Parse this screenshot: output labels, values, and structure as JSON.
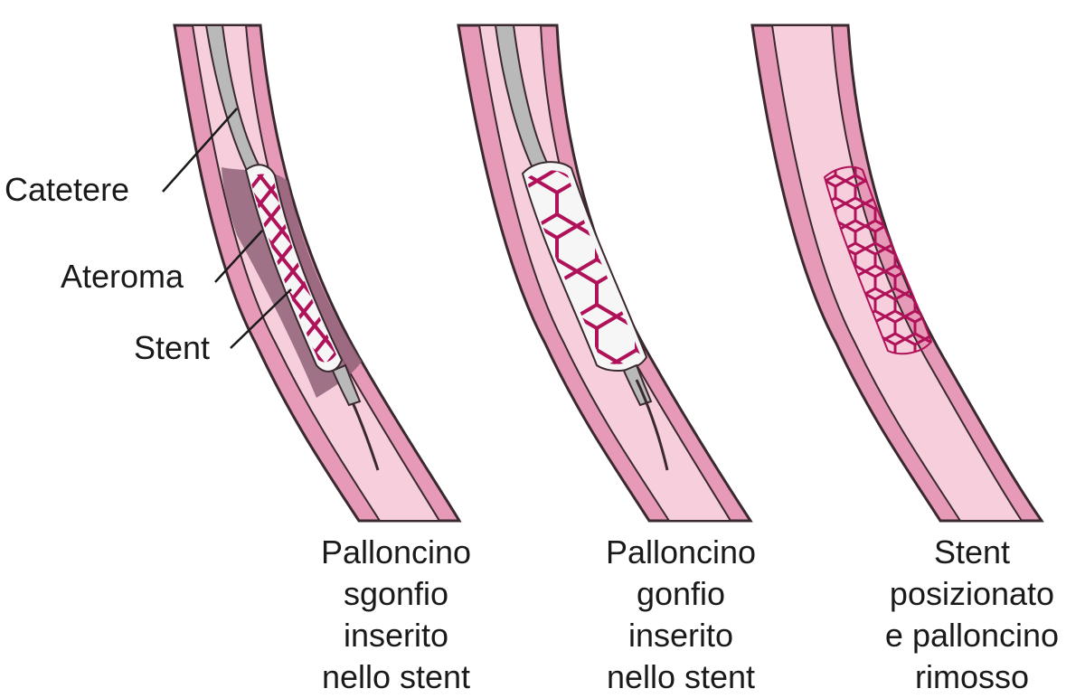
{
  "labels": {
    "catheter": "Catetere",
    "atheroma": "Ateroma",
    "stent": "Stent"
  },
  "panels": [
    {
      "caption": [
        "Palloncino",
        "sgonfio",
        "inserito",
        "nello stent"
      ]
    },
    {
      "caption": [
        "Palloncino",
        "gonfio",
        "inserito",
        "nello stent"
      ]
    },
    {
      "caption": [
        "Stent",
        "posizionato",
        "e palloncino",
        "rimosso"
      ]
    }
  ],
  "colors": {
    "vessel_wall": "#e79ab8",
    "vessel_wall_edge": "#3a2a30",
    "lumen": "#f7cfdc",
    "atheroma": "#8f6278",
    "stent_mesh": "#b0125a",
    "balloon": "#f6f6f6",
    "catheter": "#b9b9b9"
  }
}
